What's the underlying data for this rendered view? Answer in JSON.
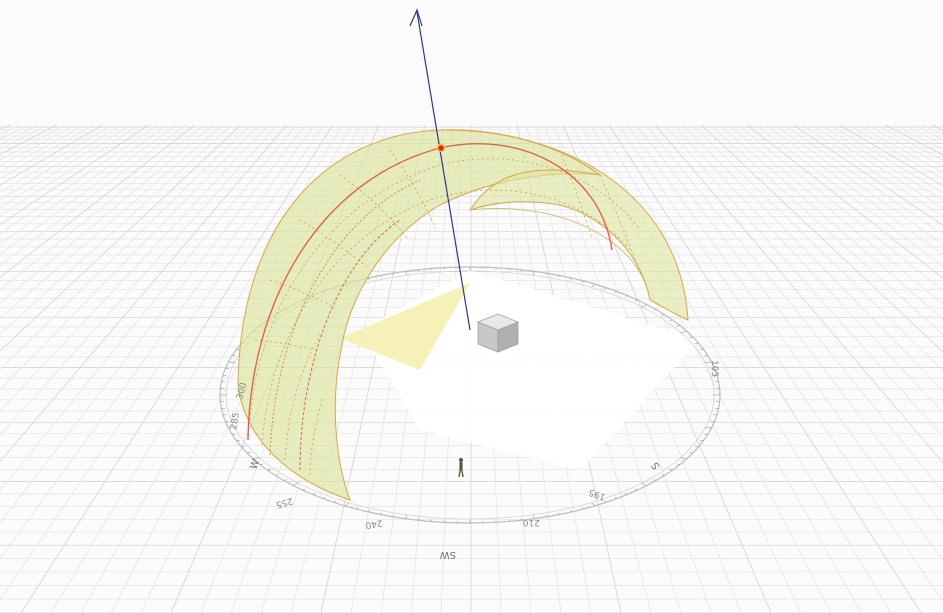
{
  "scene": {
    "compass": {
      "direction_labels": [
        "W",
        "SW",
        "S"
      ],
      "bearing_labels": [
        "255",
        "240",
        "210",
        "195",
        "285",
        "300",
        "105"
      ]
    },
    "colors": {
      "sky_fill": "#dde6a2",
      "dome_edge": "#d9a64a",
      "sun_path": "#d9654a",
      "sun_marker": "#e02a1a",
      "vector": "#2a3a8a",
      "grid_minor": "#e4e4e4",
      "grid_major": "#cfcfcf",
      "ground_plate": "#ffffff",
      "shadow": "#f4efb0"
    },
    "icons": [
      "sun-vector-arrow",
      "sun-position-marker",
      "building-box",
      "human-scale-figure"
    ]
  }
}
